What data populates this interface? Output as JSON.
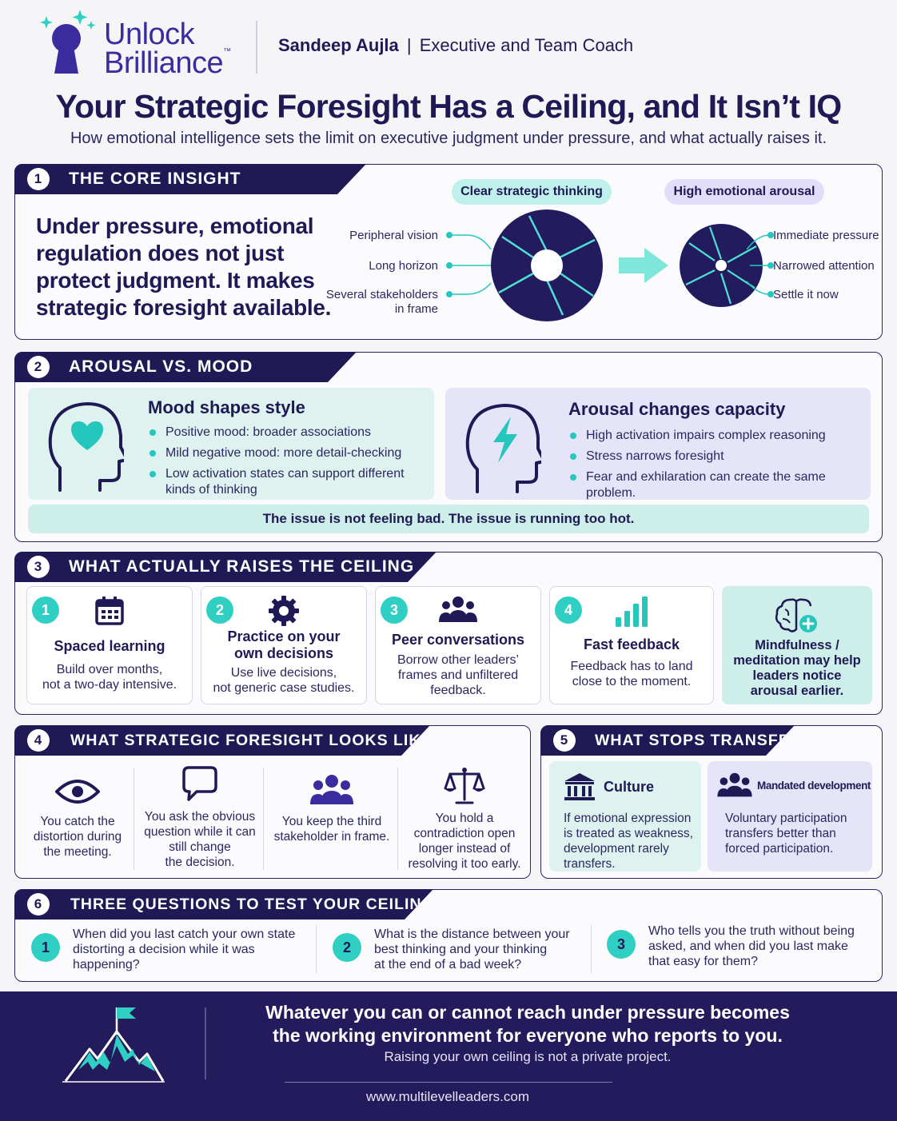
{
  "brand": {
    "line1": "Unlock",
    "line2": "Brilliance",
    "tm": "™"
  },
  "coach": {
    "name": "Sandeep Aujla",
    "sep": "|",
    "role": "Executive and Team Coach"
  },
  "title": "Your Strategic Foresight Has a Ceiling, and It Isn’t IQ",
  "subtitle": "How emotional intelligence sets the limit on executive judgment under pressure, and what actually raises it.",
  "s1": {
    "num": "1",
    "heading": "THE CORE INSIGHT",
    "insight": "Under pressure, emotional regulation does not just protect judgment. It makes strategic foresight available.",
    "clear_label": "Clear strategic thinking",
    "high_label": "High emotional arousal",
    "left_labels": [
      "Peripheral vision",
      "Long horizon",
      "Several stakeholders",
      "in frame"
    ],
    "right_labels": [
      "Immediate pressure",
      "Narrowed attention",
      "Settle it now"
    ]
  },
  "s2": {
    "num": "2",
    "heading": "AROUSAL VS. MOOD",
    "mood": {
      "title": "Mood shapes style",
      "items": [
        "Positive mood: broader associations",
        "Mild negative mood: more detail-checking",
        "Low activation states can support different kinds of thinking"
      ]
    },
    "arousal": {
      "title": "Arousal changes capacity",
      "items": [
        "High activation impairs complex reasoning",
        "Stress narrows foresight",
        "Fear and exhilaration can create the same problem."
      ]
    },
    "note": "The issue is not feeling bad. The issue is running too hot."
  },
  "s3": {
    "num": "3",
    "heading": "WHAT ACTUALLY RAISES THE CEILING",
    "steps": [
      {
        "n": "1",
        "title": "Spaced learning",
        "desc1": "Build over months,",
        "desc2": "not a two-day intensive."
      },
      {
        "n": "2",
        "title1": "Practice on your",
        "title2": "own decisions",
        "desc1": "Use live decisions,",
        "desc2": "not generic case studies."
      },
      {
        "n": "3",
        "title": "Peer conversations",
        "desc1": "Borrow other leaders’",
        "desc2": "frames and unfiltered",
        "desc3": "feedback."
      },
      {
        "n": "4",
        "title": "Fast feedback",
        "desc1": "Feedback has to land",
        "desc2": "close to the moment."
      }
    ],
    "mind": {
      "l1": "Mindfulness /",
      "l2": "meditation may help",
      "l3": "leaders notice",
      "l4": "arousal earlier."
    }
  },
  "s4": {
    "num": "4",
    "heading": "WHAT STRATEGIC FORESIGHT LOOKS LIKE",
    "items": [
      {
        "l1": "You catch the",
        "l2": "distortion during",
        "l3": "the meeting."
      },
      {
        "l1": "You ask the obvious",
        "l2": "question while it can",
        "l3": "still change",
        "l4": "the decision."
      },
      {
        "l1": "You keep the third",
        "l2": "stakeholder in frame."
      },
      {
        "l1": "You hold a",
        "l2": "contradiction open",
        "l3": "longer instead of",
        "l4": "resolving it too early."
      }
    ]
  },
  "s5": {
    "num": "5",
    "heading": "WHAT STOPS TRANSFER",
    "culture": {
      "title": "Culture",
      "l1": "If emotional expression",
      "l2": "is treated as weakness,",
      "l3": "development rarely",
      "l4": "transfers."
    },
    "mandated": {
      "title": "Mandated development",
      "l1": "Voluntary participation",
      "l2": "transfers better than",
      "l3": "forced participation."
    }
  },
  "s6": {
    "num": "6",
    "heading": "THREE QUESTIONS TO TEST YOUR CEILING",
    "questions": [
      {
        "n": "1",
        "l1": "When did you last catch your own state",
        "l2": "distorting a decision while it was",
        "l3": "happening?"
      },
      {
        "n": "2",
        "l1": "What is the distance between your",
        "l2": "best thinking and your thinking",
        "l3": "at the end of a bad week?"
      },
      {
        "n": "3",
        "l1": "Who tells you the truth without being",
        "l2": "asked, and when did you last make",
        "l3": "that easy for them?"
      }
    ]
  },
  "footer": {
    "line1": "Whatever you can or cannot reach under pressure becomes",
    "line2": "the working environment for everyone who reports to you.",
    "sub": "Raising your own ceiling is not a private project.",
    "url": "www.multilevelleaders.com"
  },
  "colors": {
    "navy": "#1f1a55",
    "teal": "#2fd0c3",
    "lavender": "#e2def9",
    "mint": "#cdeee9"
  }
}
